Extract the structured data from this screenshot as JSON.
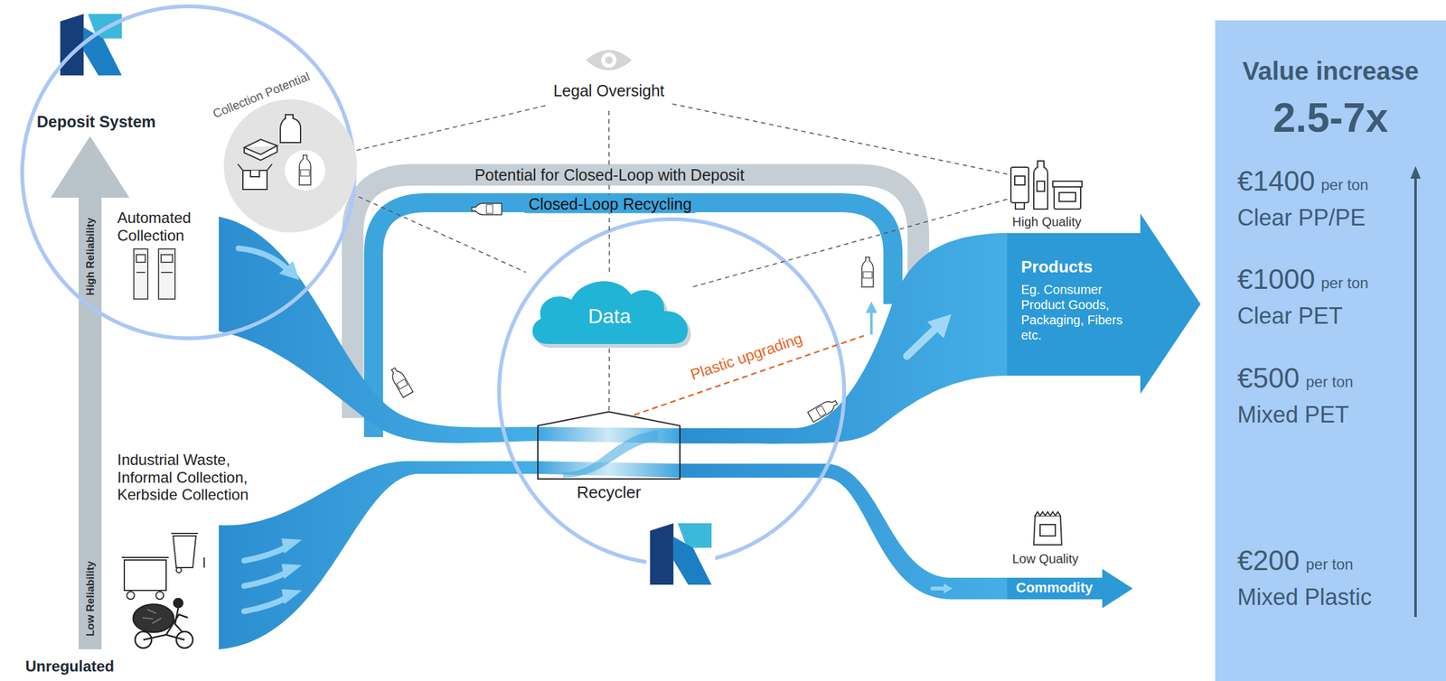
{
  "diagram": {
    "nodes": [
      {
        "text": [
          "Deposit System"
        ]
      },
      {
        "text": [
          "Collection Potential"
        ],
        "in": 0
      },
      {
        "text": [
          "Legal Oversight"
        ]
      },
      {
        "text": [
          "Data"
        ]
      },
      {
        "text": [
          "Recycler"
        ]
      },
      {
        "text": [
          "High Quality",
          "Products",
          "Eg. Consumer Product Goods, Packaging, Fibers etc."
        ]
      },
      {
        "text": [
          "Low Quality",
          "Commodity"
        ]
      },
      {
        "text": [
          "Value increase",
          "2.5-7x",
          "€1400",
          "per ton",
          "Clear PP/PE",
          "€1000",
          "per ton",
          "Clear PET",
          "€500",
          "per ton",
          "Mixed PET",
          "€200",
          "per ton",
          "Mixed Plastic"
        ]
      }
    ],
    "edges": [
      {
        "from": 2,
        "to": 1,
        "arrow": "none"
      },
      {
        "from": 2,
        "to": 3,
        "arrow": "none"
      },
      {
        "from": 2,
        "to": 5,
        "arrow": "none"
      },
      {
        "from": 1,
        "to": 3,
        "arrow": "none"
      },
      {
        "from": 3,
        "to": 4,
        "arrow": "none"
      },
      {
        "from": 3,
        "to": 5,
        "arrow": "none"
      }
    ],
    "labels": [
      "High Reliability",
      "Automated Collection",
      "Potential for Closed-Loop with Deposit",
      "Closed-Loop Recycling",
      "Plastic upgrading",
      "Industrial Waste, Informal Collection, Kerbside Collection",
      "Low Reliability",
      "Unregulated"
    ]
  }
}
